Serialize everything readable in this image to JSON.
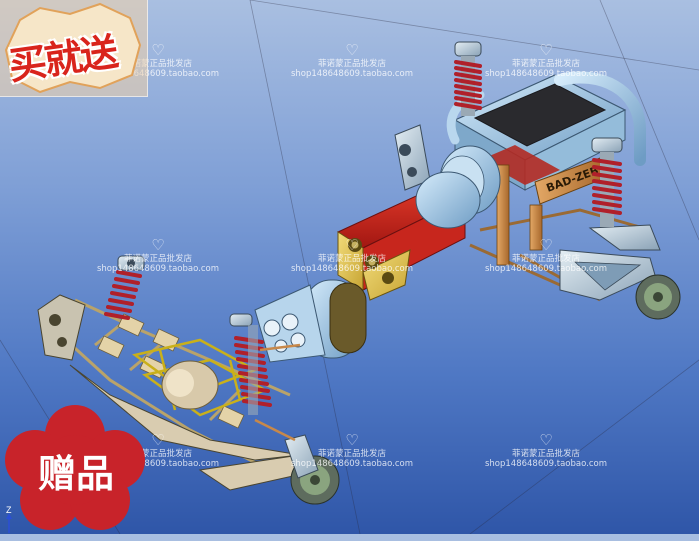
{
  "watermark": {
    "shop_name": "菲诺蒙正品批发店",
    "shop_url": "shop148648609.taobao.com",
    "icon": "heart-icon"
  },
  "promo": {
    "corner_badge": "买就送",
    "gift_label": "赠品",
    "badge_color": "#d9241c",
    "gift_color": "#c8232a"
  },
  "model": {
    "label": "BAD-ZEB",
    "colors": {
      "body_red": "#c81e1e",
      "body_yellow": "#e4c44a",
      "light_blue": "#9fc7e6",
      "steel": "#8aa6bd",
      "copper": "#c7884a",
      "spring_red": "#b0202a",
      "hub_green": "#6f8a6a"
    }
  },
  "axis": {
    "z_label": "Z"
  }
}
